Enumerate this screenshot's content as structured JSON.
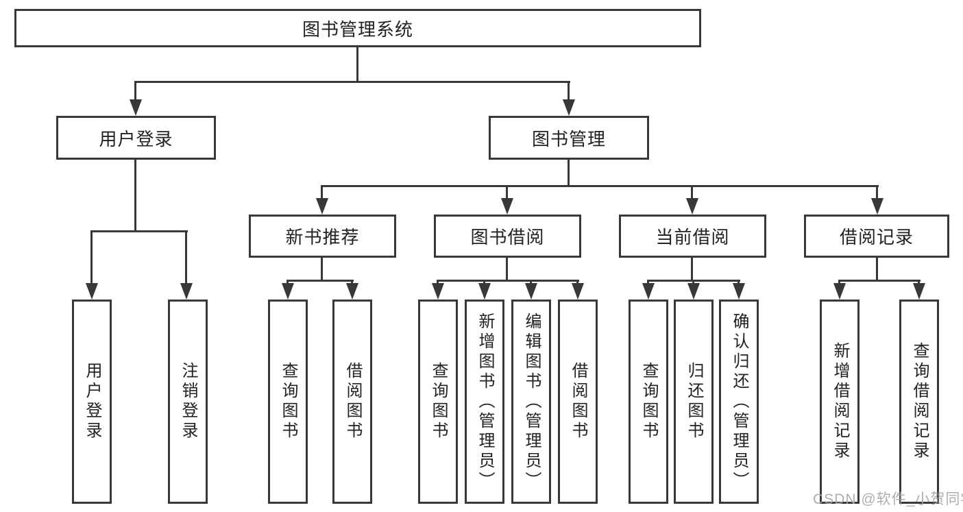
{
  "diagram": {
    "title": "图书管理系统",
    "branches": [
      {
        "label": "用户登录",
        "children": [
          "用户登录",
          "注销登录"
        ]
      },
      {
        "label": "图书管理",
        "groups": [
          {
            "label": "新书推荐",
            "children": [
              "查询图书",
              "借阅图书"
            ]
          },
          {
            "label": "图书借阅",
            "children": [
              "查询图书",
              "新增图书（管理员）",
              "编辑图书（管理员）",
              "借阅图书"
            ]
          },
          {
            "label": "当前借阅",
            "children": [
              "查询图书",
              "归还图书",
              "确认归还（管理员）"
            ]
          },
          {
            "label": "借阅记录",
            "children": [
              "新增借阅记录",
              "查询借阅记录"
            ]
          }
        ]
      }
    ],
    "watermark": "CSDN @软件_小贺同学",
    "colors": {
      "line": "#383838",
      "box_border": "#383838",
      "text": "#222222",
      "watermark": "#a5a5a5",
      "background": "#ffffff"
    }
  }
}
